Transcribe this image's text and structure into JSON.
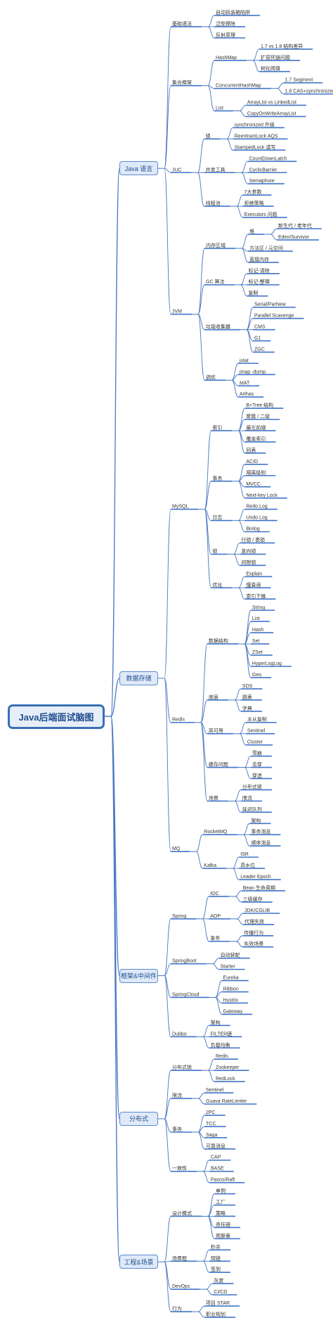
{
  "root": "Java后端面试脑图",
  "branches": [
    {
      "label": "Java 语言",
      "children": [
        {
          "label": "基础语法",
          "children": [
            {
              "label": "自动拆装箱陷阱"
            },
            {
              "label": "泛型擦除"
            },
            {
              "label": "反射原理"
            }
          ]
        },
        {
          "label": "集合框架",
          "children": [
            {
              "label": "HashMap",
              "children": [
                {
                  "label": "1.7 vs 1.8 结构差异"
                },
                {
                  "label": "扩容死链问题"
                },
                {
                  "label": "树化阈值"
                }
              ]
            },
            {
              "label": "ConcurrentHashMap",
              "children": [
                {
                  "label": "1.7 Segment"
                },
                {
                  "label": "1.8 CAS+synchronized"
                }
              ]
            },
            {
              "label": "List",
              "children": [
                {
                  "label": "ArrayList vs LinkedList"
                },
                {
                  "label": "CopyOnWriteArrayList"
                }
              ]
            }
          ]
        },
        {
          "label": "JUC",
          "children": [
            {
              "label": "锁",
              "children": [
                {
                  "label": "synchronized 升级"
                },
                {
                  "label": "ReentrantLock AQS"
                },
                {
                  "label": "StampedLock 读写"
                }
              ]
            },
            {
              "label": "并发工具",
              "children": [
                {
                  "label": "CountDownLatch"
                },
                {
                  "label": "CyclicBarrier"
                },
                {
                  "label": "Semaphore"
                }
              ]
            },
            {
              "label": "线程池",
              "children": [
                {
                  "label": "7大参数"
                },
                {
                  "label": "拒绝策略"
                },
                {
                  "label": "Executors 问题"
                }
              ]
            }
          ]
        },
        {
          "label": "JVM",
          "children": [
            {
              "label": "内存区域",
              "children": [
                {
                  "label": "堆",
                  "children": [
                    {
                      "label": "新生代 / 老年代"
                    },
                    {
                      "label": "Eden/Survivor"
                    }
                  ]
                },
                {
                  "label": "方法区 / 元空间"
                },
                {
                  "label": "直接内存"
                }
              ]
            },
            {
              "label": "GC 算法",
              "children": [
                {
                  "label": "标记-清除"
                },
                {
                  "label": "标记-整理"
                },
                {
                  "label": "复制"
                }
              ]
            },
            {
              "label": "垃圾收集器",
              "children": [
                {
                  "label": "Serial/ParNew"
                },
                {
                  "label": "Parallel Scavenge"
                },
                {
                  "label": "CMS"
                },
                {
                  "label": "G1"
                },
                {
                  "label": "ZGC"
                }
              ]
            },
            {
              "label": "调优",
              "children": [
                {
                  "label": "jstat"
                },
                {
                  "label": "jmap -dump"
                },
                {
                  "label": "MAT"
                },
                {
                  "label": "Arthas"
                }
              ]
            }
          ]
        }
      ]
    },
    {
      "label": "数据存储",
      "children": [
        {
          "label": "MySQL",
          "children": [
            {
              "label": "索引",
              "children": [
                {
                  "label": "B+Tree 结构"
                },
                {
                  "label": "聚簇 / 二级"
                },
                {
                  "label": "最左前缀"
                },
                {
                  "label": "覆盖索引"
                },
                {
                  "label": "回表"
                }
              ]
            },
            {
              "label": "事务",
              "children": [
                {
                  "label": "ACID"
                },
                {
                  "label": "隔离级别"
                },
                {
                  "label": "MVCC"
                },
                {
                  "label": "Next-key Lock"
                }
              ]
            },
            {
              "label": "日志",
              "children": [
                {
                  "label": "Redo Log"
                },
                {
                  "label": "Undo Log"
                },
                {
                  "label": "Binlog"
                }
              ]
            },
            {
              "label": "锁",
              "children": [
                {
                  "label": "行锁 / 表锁"
                },
                {
                  "label": "意向锁"
                },
                {
                  "label": "间隙锁"
                }
              ]
            },
            {
              "label": "优化",
              "children": [
                {
                  "label": "Explain"
                },
                {
                  "label": "慢查询"
                },
                {
                  "label": "索引下推"
                }
              ]
            }
          ]
        },
        {
          "label": "Redis",
          "children": [
            {
              "label": "数据结构",
              "children": [
                {
                  "label": "String"
                },
                {
                  "label": "List"
                },
                {
                  "label": "Hash"
                },
                {
                  "label": "Set"
                },
                {
                  "label": "ZSet"
                },
                {
                  "label": "HyperLogLog"
                },
                {
                  "label": "Geo"
                }
              ]
            },
            {
              "label": "底层",
              "children": [
                {
                  "label": "SDS"
                },
                {
                  "label": "跳表"
                },
                {
                  "label": "字典"
                }
              ]
            },
            {
              "label": "高可用",
              "children": [
                {
                  "label": "主从复制"
                },
                {
                  "label": "Sentinel"
                },
                {
                  "label": "Cluster"
                }
              ]
            },
            {
              "label": "缓存问题",
              "children": [
                {
                  "label": "雪崩"
                },
                {
                  "label": "击穿"
                },
                {
                  "label": "穿透"
                }
              ]
            },
            {
              "label": "场景",
              "children": [
                {
                  "label": "分布式锁"
                },
                {
                  "label": "限流"
                },
                {
                  "label": "延迟队列"
                }
              ]
            }
          ]
        },
        {
          "label": "MQ",
          "children": [
            {
              "label": "RocketMQ",
              "children": [
                {
                  "label": "架构"
                },
                {
                  "label": "事务消息"
                },
                {
                  "label": "顺序消息"
                }
              ]
            },
            {
              "label": "Kafka",
              "children": [
                {
                  "label": "ISR"
                },
                {
                  "label": "高水位"
                },
                {
                  "label": "Leader Epoch"
                }
              ]
            }
          ]
        }
      ]
    },
    {
      "label": "框架&中间件",
      "children": [
        {
          "label": "Spring",
          "children": [
            {
              "label": "IOC",
              "children": [
                {
                  "label": "Bean 生命周期"
                },
                {
                  "label": "三级缓存"
                }
              ]
            },
            {
              "label": "AOP",
              "children": [
                {
                  "label": "JDK/CGLIB"
                },
                {
                  "label": "代理失效"
                }
              ]
            },
            {
              "label": "事务",
              "children": [
                {
                  "label": "传播行为"
                },
                {
                  "label": "失效场景"
                }
              ]
            }
          ]
        },
        {
          "label": "SpringBoot",
          "children": [
            {
              "label": "自动装配"
            },
            {
              "label": "Starter"
            }
          ]
        },
        {
          "label": "SpringCloud",
          "children": [
            {
              "label": "Eureka"
            },
            {
              "label": "Ribbon"
            },
            {
              "label": "Hystrix"
            },
            {
              "label": "Gateway"
            }
          ]
        },
        {
          "label": "Dubbo",
          "children": [
            {
              "label": "架构"
            },
            {
              "label": "FILTER链"
            },
            {
              "label": "负载均衡"
            }
          ]
        }
      ]
    },
    {
      "label": "分布式",
      "children": [
        {
          "label": "分布式锁",
          "children": [
            {
              "label": "Redis"
            },
            {
              "label": "Zookeeper"
            },
            {
              "label": "RedLock"
            }
          ]
        },
        {
          "label": "限流",
          "children": [
            {
              "label": "Sentinel"
            },
            {
              "label": "Guava RateLimiter"
            }
          ]
        },
        {
          "label": "事务",
          "children": [
            {
              "label": "2PC"
            },
            {
              "label": "TCC"
            },
            {
              "label": "Saga"
            },
            {
              "label": "可靠消息"
            }
          ]
        },
        {
          "label": "一致性",
          "children": [
            {
              "label": "CAP"
            },
            {
              "label": "BASE"
            },
            {
              "label": "Paxos/Raft"
            }
          ]
        }
      ]
    },
    {
      "label": "工程&场景",
      "children": [
        {
          "label": "设计模式",
          "children": [
            {
              "label": "单例"
            },
            {
              "label": "工厂"
            },
            {
              "label": "策略"
            },
            {
              "label": "责任链"
            },
            {
              "label": "观察者"
            }
          ]
        },
        {
          "label": "场景题",
          "children": [
            {
              "label": "秒杀"
            },
            {
              "label": "短链"
            },
            {
              "label": "签到"
            }
          ]
        },
        {
          "label": "DevOps",
          "children": [
            {
              "label": "灰度"
            },
            {
              "label": "CI/CD"
            }
          ]
        },
        {
          "label": "行为",
          "children": [
            {
              "label": "项目 STAR"
            },
            {
              "label": "职业规划"
            }
          ]
        }
      ]
    }
  ],
  "colors": {
    "line": "#4a78c2",
    "underline": "#3f74c9",
    "text": "#333333",
    "root_border": "#3a6fb5",
    "root_fill": "#e6eef9",
    "branch_fill": "#dfe9f8"
  }
}
